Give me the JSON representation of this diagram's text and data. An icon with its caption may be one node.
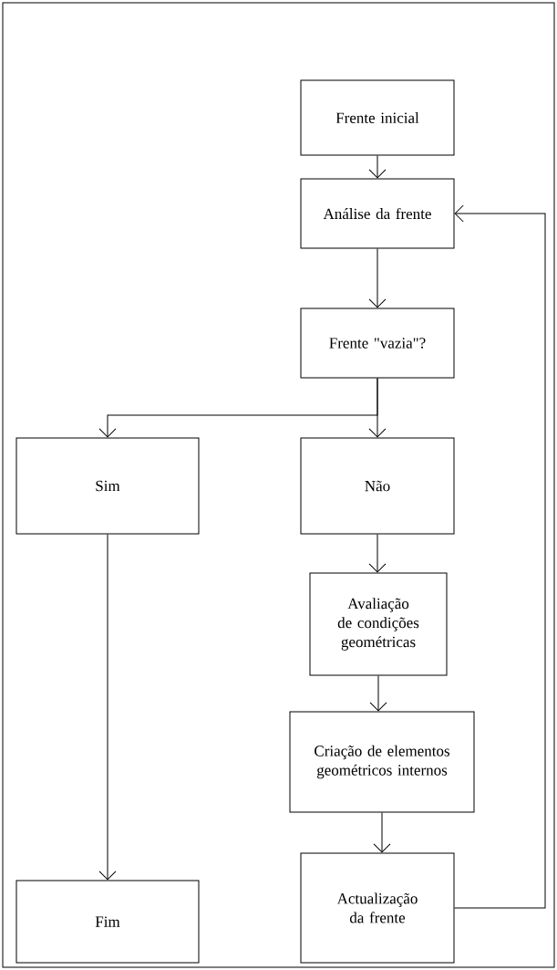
{
  "diagram": {
    "nodes": [
      {
        "text": [
          "Frente inicial"
        ]
      },
      {
        "text": [
          "Análise da frente"
        ]
      },
      {
        "text": [
          "Frente \"vazia\"?"
        ]
      },
      {
        "text": [
          "Sim"
        ]
      },
      {
        "text": [
          "Não"
        ]
      },
      {
        "text": [
          "Avaliação de condições geométricas"
        ]
      },
      {
        "text": [
          "Criação de elementos geométricos internos"
        ]
      },
      {
        "text": [
          "Fim"
        ]
      },
      {
        "text": [
          "Actualização da frente"
        ]
      }
    ],
    "edges": [
      {
        "from": 0,
        "to": 1,
        "arrow": "to"
      },
      {
        "from": 1,
        "to": 2,
        "arrow": "to"
      },
      {
        "from": 2,
        "to": 3,
        "arrow": "to"
      },
      {
        "from": 2,
        "to": 4,
        "arrow": "to"
      },
      {
        "from": 4,
        "to": 5,
        "arrow": "to"
      },
      {
        "from": 5,
        "to": 6,
        "arrow": "to"
      },
      {
        "from": 6,
        "to": 8,
        "arrow": "to"
      },
      {
        "from": 3,
        "to": 7,
        "arrow": "to"
      },
      {
        "from": 8,
        "to": 1,
        "arrow": "to"
      }
    ]
  }
}
